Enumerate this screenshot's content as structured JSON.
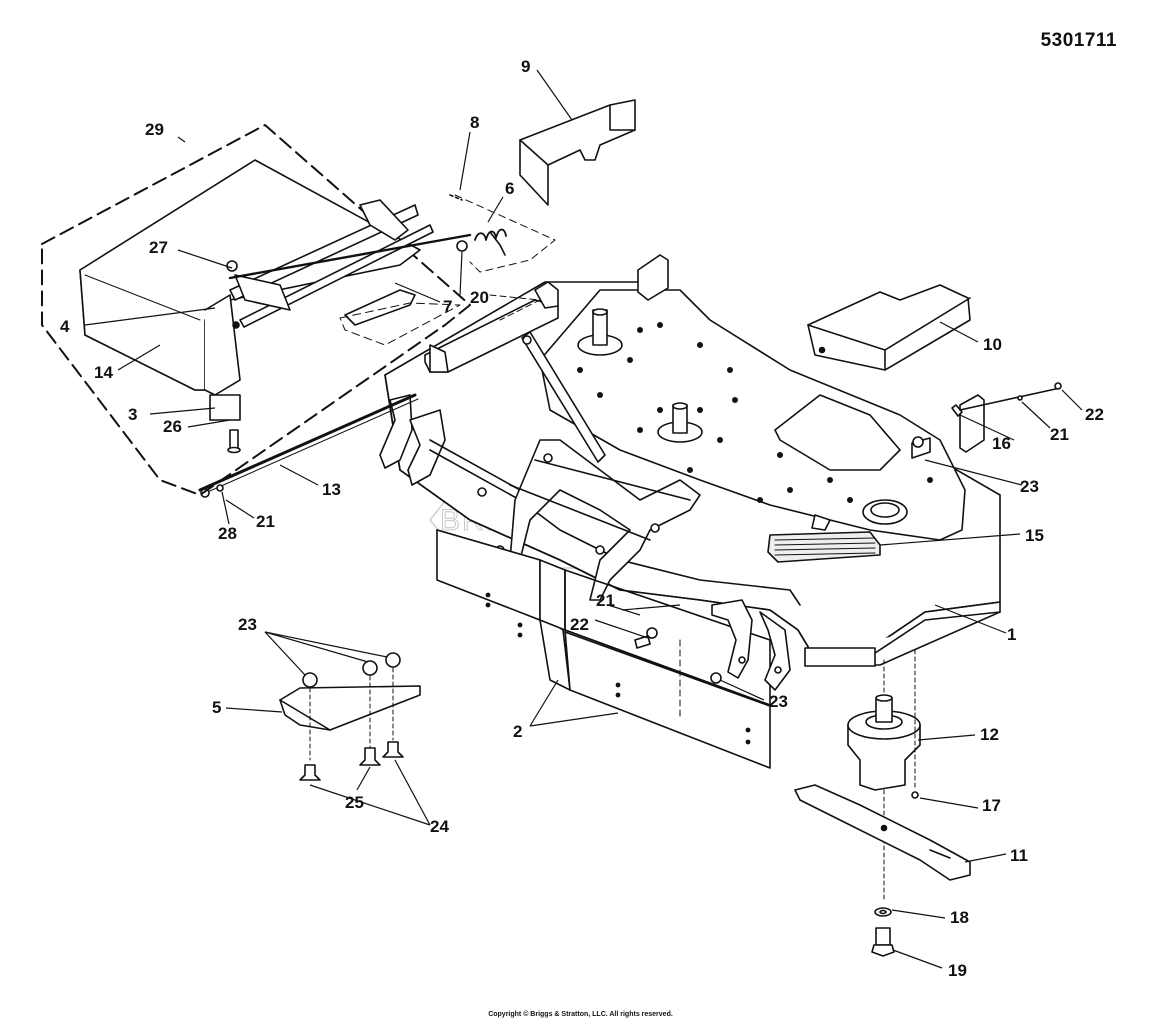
{
  "part_number": "5301711",
  "copyright": "Copyright © Briggs & Stratton, LLC. All rights reserved.",
  "watermark": "BRIGGS&STRATTON",
  "callouts": [
    "1",
    "2",
    "3",
    "4",
    "5",
    "6",
    "7",
    "8",
    "9",
    "10",
    "11",
    "12",
    "13",
    "14",
    "15",
    "16",
    "17",
    "18",
    "19",
    "20",
    "21",
    "22",
    "23",
    "24",
    "25",
    "26",
    "27",
    "28",
    "29",
    "21",
    "22",
    "23",
    "21",
    "22",
    "23",
    "23"
  ],
  "colors": {
    "line": "#111111",
    "fill": "#ffffff",
    "accent_fill": "#e9e9e9",
    "watermark": "#c8c8c8"
  }
}
